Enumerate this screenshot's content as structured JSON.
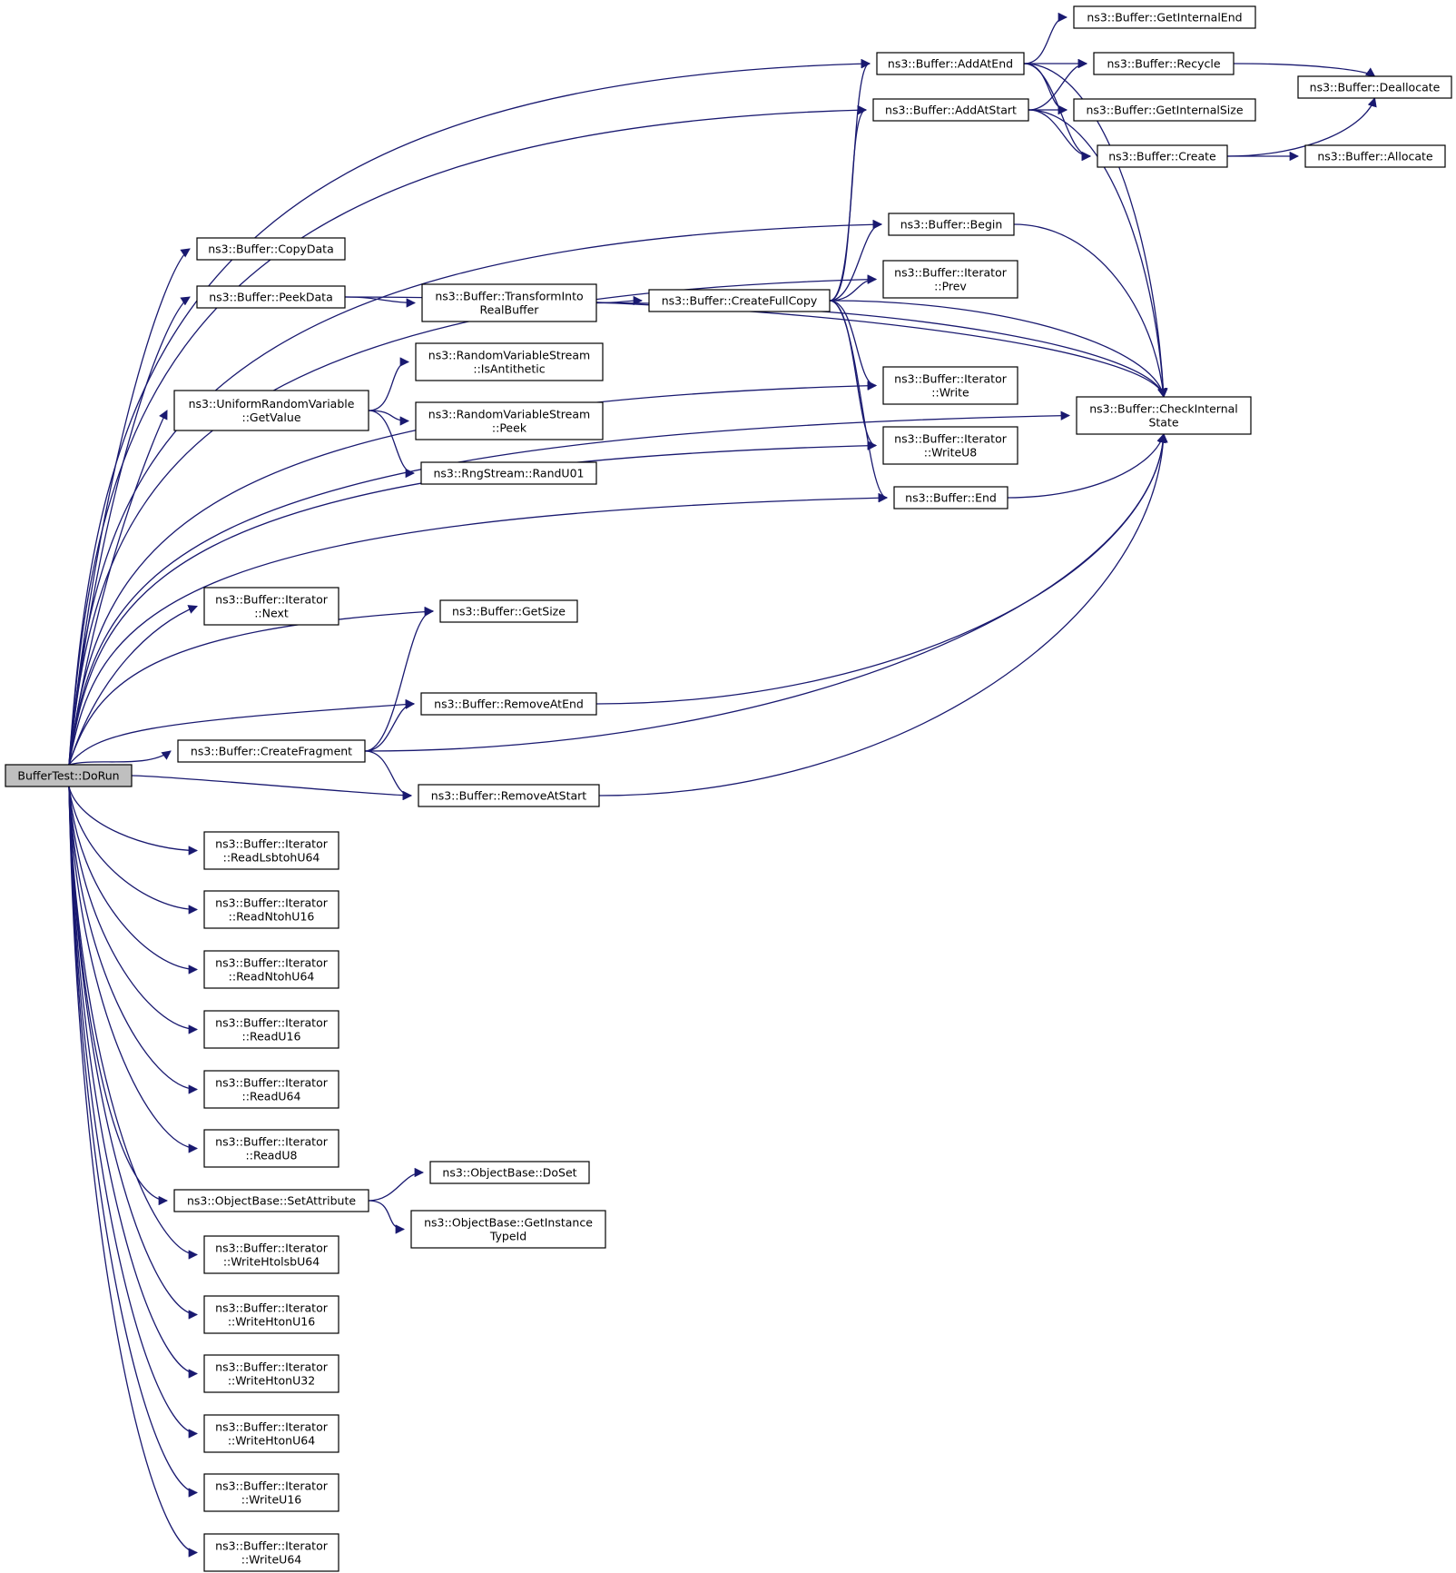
{
  "colors": {
    "edge": "#191970",
    "root_fill": "#bfbfbf",
    "node_fill": "#ffffff",
    "node_stroke": "#000000"
  },
  "nodes": [
    {
      "id": "dorun",
      "lines": [
        "BufferTest::DoRun"
      ],
      "root": true
    },
    {
      "id": "copydata",
      "lines": [
        "ns3::Buffer::CopyData"
      ]
    },
    {
      "id": "peekdata",
      "lines": [
        "ns3::Buffer::PeekData"
      ]
    },
    {
      "id": "urvgv",
      "lines": [
        "ns3::UniformRandomVariable",
        "::GetValue"
      ]
    },
    {
      "id": "itnext",
      "lines": [
        "ns3::Buffer::Iterator",
        "::Next"
      ]
    },
    {
      "id": "createfrag",
      "lines": [
        "ns3::Buffer::CreateFragment"
      ]
    },
    {
      "id": "rdlsb64",
      "lines": [
        "ns3::Buffer::Iterator",
        "::ReadLsbtohU64"
      ]
    },
    {
      "id": "rdntoh16",
      "lines": [
        "ns3::Buffer::Iterator",
        "::ReadNtohU16"
      ]
    },
    {
      "id": "rdntoh64",
      "lines": [
        "ns3::Buffer::Iterator",
        "::ReadNtohU64"
      ]
    },
    {
      "id": "rdu16",
      "lines": [
        "ns3::Buffer::Iterator",
        "::ReadU16"
      ]
    },
    {
      "id": "rdu64",
      "lines": [
        "ns3::Buffer::Iterator",
        "::ReadU64"
      ]
    },
    {
      "id": "rdu8",
      "lines": [
        "ns3::Buffer::Iterator",
        "::ReadU8"
      ]
    },
    {
      "id": "setattr",
      "lines": [
        "ns3::ObjectBase::SetAttribute"
      ]
    },
    {
      "id": "wrhtolsb64",
      "lines": [
        "ns3::Buffer::Iterator",
        "::WriteHtolsbU64"
      ]
    },
    {
      "id": "wrhton16",
      "lines": [
        "ns3::Buffer::Iterator",
        "::WriteHtonU16"
      ]
    },
    {
      "id": "wrhton32",
      "lines": [
        "ns3::Buffer::Iterator",
        "::WriteHtonU32"
      ]
    },
    {
      "id": "wrhton64",
      "lines": [
        "ns3::Buffer::Iterator",
        "::WriteHtonU64"
      ]
    },
    {
      "id": "wru16",
      "lines": [
        "ns3::Buffer::Iterator",
        "::WriteU16"
      ]
    },
    {
      "id": "wru64",
      "lines": [
        "ns3::Buffer::Iterator",
        "::WriteU64"
      ]
    },
    {
      "id": "transform",
      "lines": [
        "ns3::Buffer::TransformInto",
        "RealBuffer"
      ]
    },
    {
      "id": "isanti",
      "lines": [
        "ns3::RandomVariableStream",
        "::IsAntithetic"
      ]
    },
    {
      "id": "peek",
      "lines": [
        "ns3::RandomVariableStream",
        "::Peek"
      ]
    },
    {
      "id": "randu01",
      "lines": [
        "ns3::RngStream::RandU01"
      ]
    },
    {
      "id": "getsize",
      "lines": [
        "ns3::Buffer::GetSize"
      ]
    },
    {
      "id": "removeatend",
      "lines": [
        "ns3::Buffer::RemoveAtEnd"
      ]
    },
    {
      "id": "removeatstart",
      "lines": [
        "ns3::Buffer::RemoveAtStart"
      ]
    },
    {
      "id": "doset",
      "lines": [
        "ns3::ObjectBase::DoSet"
      ]
    },
    {
      "id": "getinst",
      "lines": [
        "ns3::ObjectBase::GetInstance",
        "TypeId"
      ]
    },
    {
      "id": "fullcopy",
      "lines": [
        "ns3::Buffer::CreateFullCopy"
      ]
    },
    {
      "id": "addatend",
      "lines": [
        "ns3::Buffer::AddAtEnd"
      ]
    },
    {
      "id": "addatstart",
      "lines": [
        "ns3::Buffer::AddAtStart"
      ]
    },
    {
      "id": "begin",
      "lines": [
        "ns3::Buffer::Begin"
      ]
    },
    {
      "id": "itprev",
      "lines": [
        "ns3::Buffer::Iterator",
        "::Prev"
      ]
    },
    {
      "id": "itwrite",
      "lines": [
        "ns3::Buffer::Iterator",
        "::Write"
      ]
    },
    {
      "id": "itwriteu8",
      "lines": [
        "ns3::Buffer::Iterator",
        "::WriteU8"
      ]
    },
    {
      "id": "bend",
      "lines": [
        "ns3::Buffer::End"
      ]
    },
    {
      "id": "getintend",
      "lines": [
        "ns3::Buffer::GetInternalEnd"
      ]
    },
    {
      "id": "recycle",
      "lines": [
        "ns3::Buffer::Recycle"
      ]
    },
    {
      "id": "getintsize",
      "lines": [
        "ns3::Buffer::GetInternalSize"
      ]
    },
    {
      "id": "create",
      "lines": [
        "ns3::Buffer::Create"
      ]
    },
    {
      "id": "checkint",
      "lines": [
        "ns3::Buffer::CheckInternal",
        "State"
      ]
    },
    {
      "id": "dealloc",
      "lines": [
        "ns3::Buffer::Deallocate"
      ]
    },
    {
      "id": "alloc",
      "lines": [
        "ns3::Buffer::Allocate"
      ]
    }
  ],
  "edges": [
    [
      "dorun",
      "addatend"
    ],
    [
      "dorun",
      "addatstart"
    ],
    [
      "dorun",
      "begin"
    ],
    [
      "dorun",
      "copydata"
    ],
    [
      "dorun",
      "peekdata"
    ],
    [
      "dorun",
      "urvgv"
    ],
    [
      "dorun",
      "checkint"
    ],
    [
      "dorun",
      "itwrite"
    ],
    [
      "dorun",
      "itwriteu8"
    ],
    [
      "dorun",
      "getsize"
    ],
    [
      "dorun",
      "itnext"
    ],
    [
      "dorun",
      "bend"
    ],
    [
      "dorun",
      "removeatend"
    ],
    [
      "dorun",
      "createfrag"
    ],
    [
      "dorun",
      "removeatstart"
    ],
    [
      "dorun",
      "rdlsb64"
    ],
    [
      "dorun",
      "rdntoh16"
    ],
    [
      "dorun",
      "rdntoh64"
    ],
    [
      "dorun",
      "rdu16"
    ],
    [
      "dorun",
      "rdu64"
    ],
    [
      "dorun",
      "rdu8"
    ],
    [
      "dorun",
      "setattr"
    ],
    [
      "dorun",
      "wrhtolsb64"
    ],
    [
      "dorun",
      "wrhton16"
    ],
    [
      "dorun",
      "wrhton32"
    ],
    [
      "dorun",
      "wrhton64"
    ],
    [
      "dorun",
      "wru16"
    ],
    [
      "dorun",
      "wru64"
    ],
    [
      "dorun",
      "itprev"
    ],
    [
      "peekdata",
      "transform"
    ],
    [
      "peekdata",
      "checkint"
    ],
    [
      "transform",
      "fullcopy"
    ],
    [
      "transform",
      "checkint"
    ],
    [
      "urvgv",
      "isanti"
    ],
    [
      "urvgv",
      "peek"
    ],
    [
      "urvgv",
      "randu01"
    ],
    [
      "createfrag",
      "getsize"
    ],
    [
      "createfrag",
      "removeatend"
    ],
    [
      "createfrag",
      "removeatstart"
    ],
    [
      "createfrag",
      "checkint"
    ],
    [
      "removeatend",
      "checkint"
    ],
    [
      "removeatstart",
      "checkint"
    ],
    [
      "setattr",
      "doset"
    ],
    [
      "setattr",
      "getinst"
    ],
    [
      "fullcopy",
      "addatend"
    ],
    [
      "fullcopy",
      "addatstart"
    ],
    [
      "fullcopy",
      "begin"
    ],
    [
      "fullcopy",
      "itprev"
    ],
    [
      "fullcopy",
      "itwrite"
    ],
    [
      "fullcopy",
      "itwriteu8"
    ],
    [
      "fullcopy",
      "bend"
    ],
    [
      "fullcopy",
      "checkint"
    ],
    [
      "addatend",
      "getintend"
    ],
    [
      "addatend",
      "recycle"
    ],
    [
      "addatend",
      "getintsize"
    ],
    [
      "addatend",
      "create"
    ],
    [
      "addatend",
      "checkint"
    ],
    [
      "addatstart",
      "recycle"
    ],
    [
      "addatstart",
      "getintsize"
    ],
    [
      "addatstart",
      "create"
    ],
    [
      "addatstart",
      "checkint"
    ],
    [
      "begin",
      "checkint"
    ],
    [
      "bend",
      "checkint"
    ],
    [
      "recycle",
      "dealloc"
    ],
    [
      "create",
      "dealloc"
    ],
    [
      "create",
      "alloc"
    ]
  ]
}
